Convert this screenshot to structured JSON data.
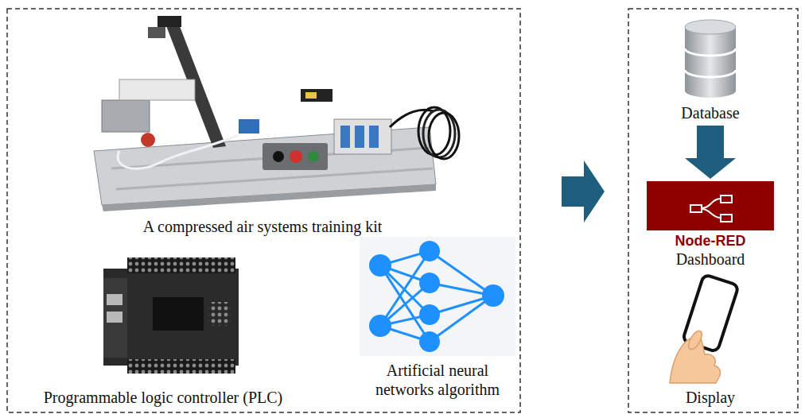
{
  "diagram": {
    "nodes": [
      {
        "text": [
          "A compressed air systems training kit"
        ]
      },
      {
        "text": [
          "Programmable logic controller (PLC)"
        ]
      },
      {
        "text": [
          "Artificial neural networks algorithm"
        ]
      },
      {
        "text": [
          "Database"
        ]
      },
      {
        "text": [
          "Node-RED",
          "Dashboard"
        ]
      },
      {
        "text": [
          "Display"
        ]
      }
    ],
    "edges": [
      {
        "from": 3,
        "to": 4,
        "arrow": "to"
      }
    ]
  }
}
